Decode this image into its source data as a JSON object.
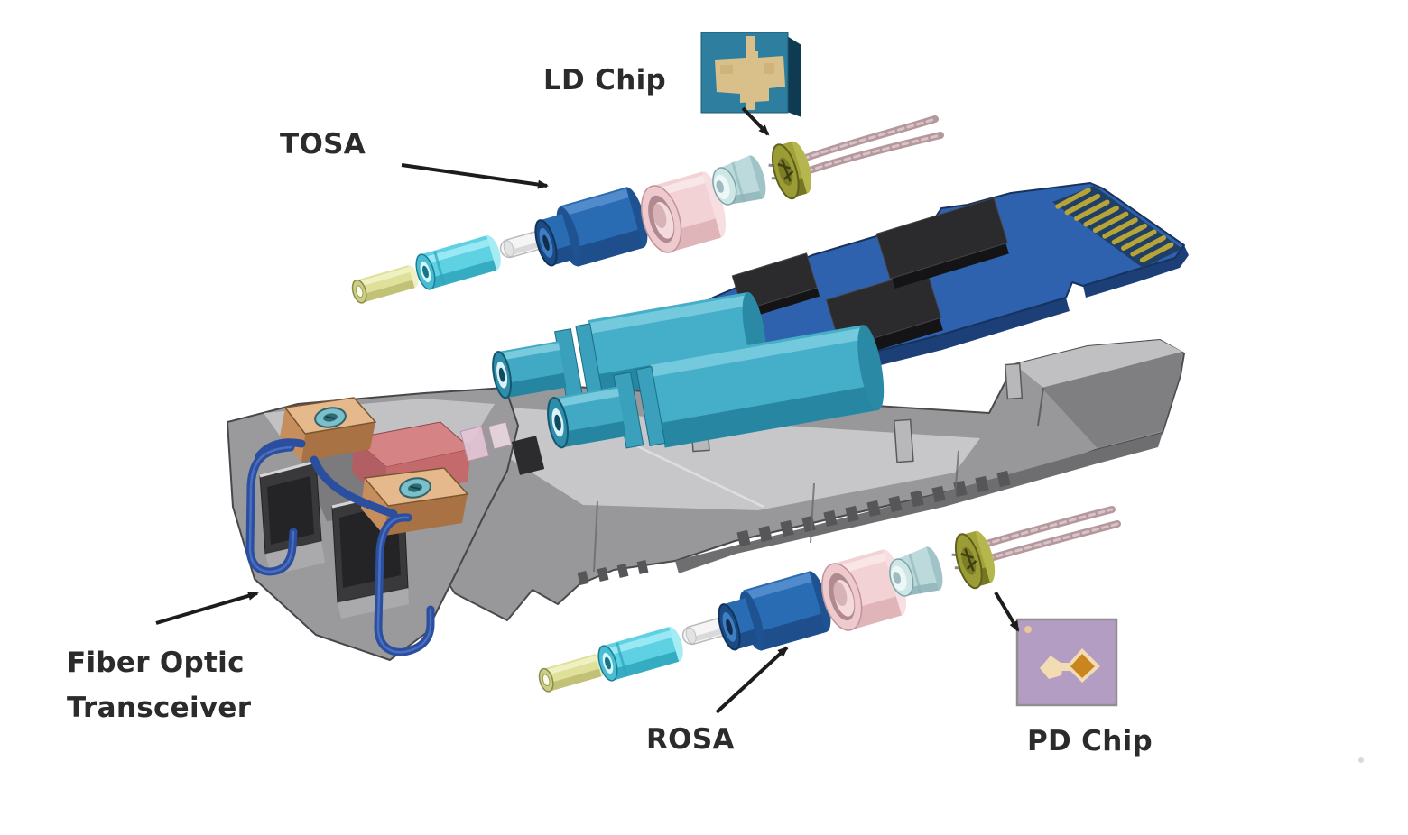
{
  "diagram": {
    "type": "exploded-view-diagram",
    "labels": {
      "ld_chip": "LD Chip",
      "tosa": "TOSA",
      "transceiver_line1": "Fiber Optic",
      "transceiver_line2": "Transceiver",
      "rosa": "ROSA",
      "pd_chip": "PD Chip"
    },
    "colors": {
      "background": "#ffffff",
      "label_text": "#2b2b2b",
      "arrow": "#1c1c1c",
      "pcb_blue": "#2f62ae",
      "pcb_edge_navy": "#1d3f78",
      "ic_black": "#2b2b2d",
      "gold_fingers": "#b7a437",
      "housing_gray": "#98989b",
      "housing_light": "#c7c7c9",
      "housing_dark": "#6e6e71",
      "teal_subassembly": "#45aec9",
      "barrel_blue": "#2a6cb3",
      "pink_ring": "#f2d2d5",
      "cyan_sleeve": "#5ed1e3",
      "yellow_ferrule": "#dfe09a",
      "white_pin": "#f5f5f5",
      "cone_lightblue": "#bcdadc",
      "olive_header": "#a3a33b",
      "wire_pink": "#b5989d",
      "clip_tan": "#e6b98c",
      "emi_block_red": "#d58384",
      "bail_blue": "#2b4f9e",
      "ld_chip_teal": "#2e7f9f",
      "ld_chip_pad_tan": "#d9c08a",
      "pd_chip_mauve": "#b49dc2",
      "pd_chip_pad_orange": "#c9861f"
    }
  }
}
